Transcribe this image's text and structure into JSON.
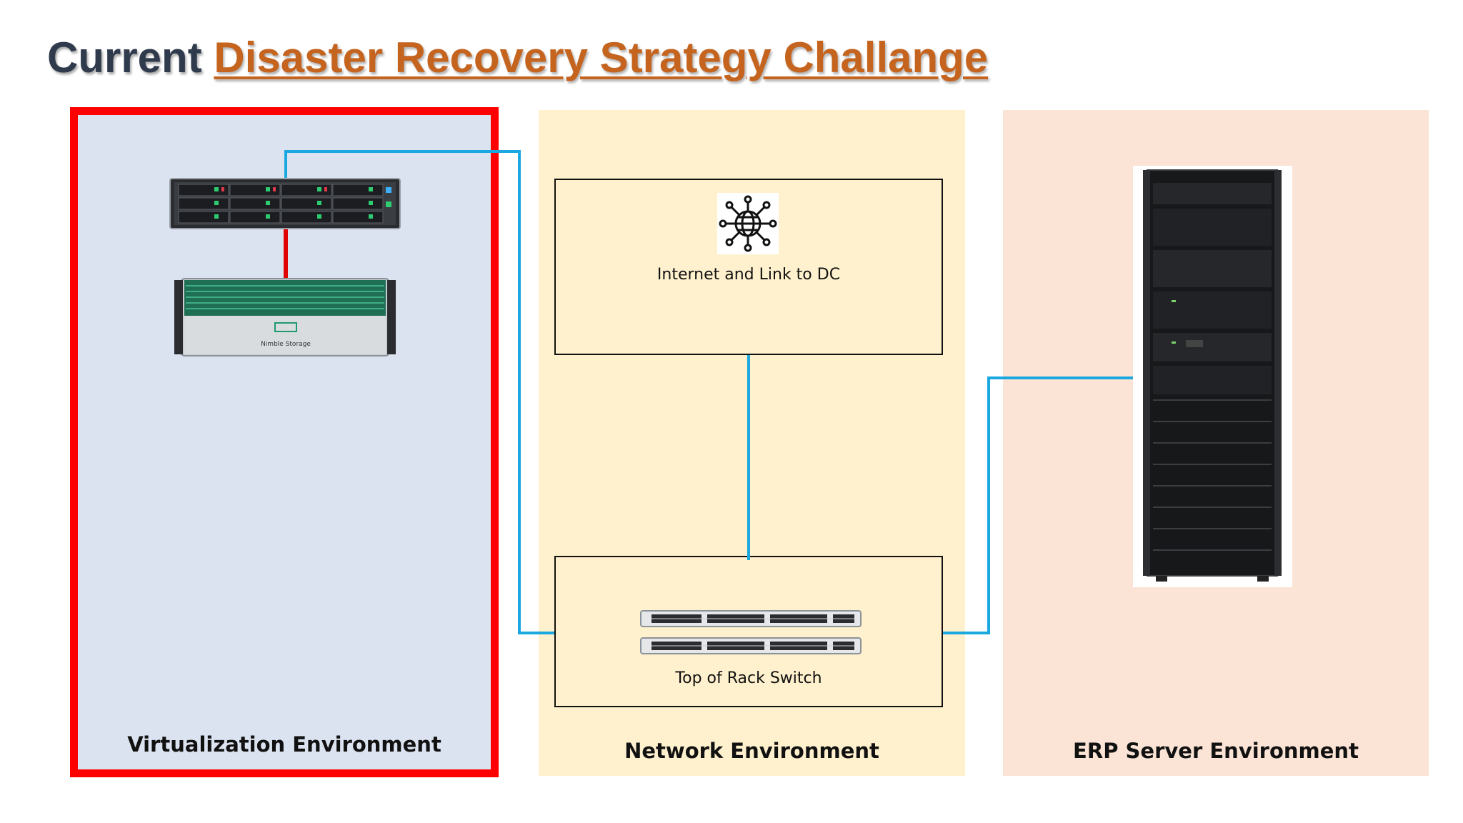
{
  "title": {
    "plain": "Current",
    "accent": "Disaster Recovery Strategy Challange"
  },
  "panels": {
    "virtualization": {
      "label": "Virtualization Environment"
    },
    "network": {
      "label": "Network Environment"
    },
    "erp": {
      "label": "ERP Server Environment"
    }
  },
  "nodes": {
    "internet": {
      "label": "Internet and Link to DC",
      "icon": "globe-network-icon"
    },
    "switch": {
      "label": "Top of Rack Switch",
      "icon": "network-switch-icon"
    },
    "server": {
      "icon": "rack-server-icon"
    },
    "storage": {
      "icon": "storage-array-icon",
      "brand": "Nimble Storage"
    },
    "erp_rack": {
      "icon": "server-rack-icon"
    }
  },
  "colors": {
    "link_blue": "#1ba8e0",
    "link_red": "#e00000",
    "title_dark": "#2f3a4c",
    "title_accent": "#c5641f",
    "highlight_border": "#ff0000"
  }
}
